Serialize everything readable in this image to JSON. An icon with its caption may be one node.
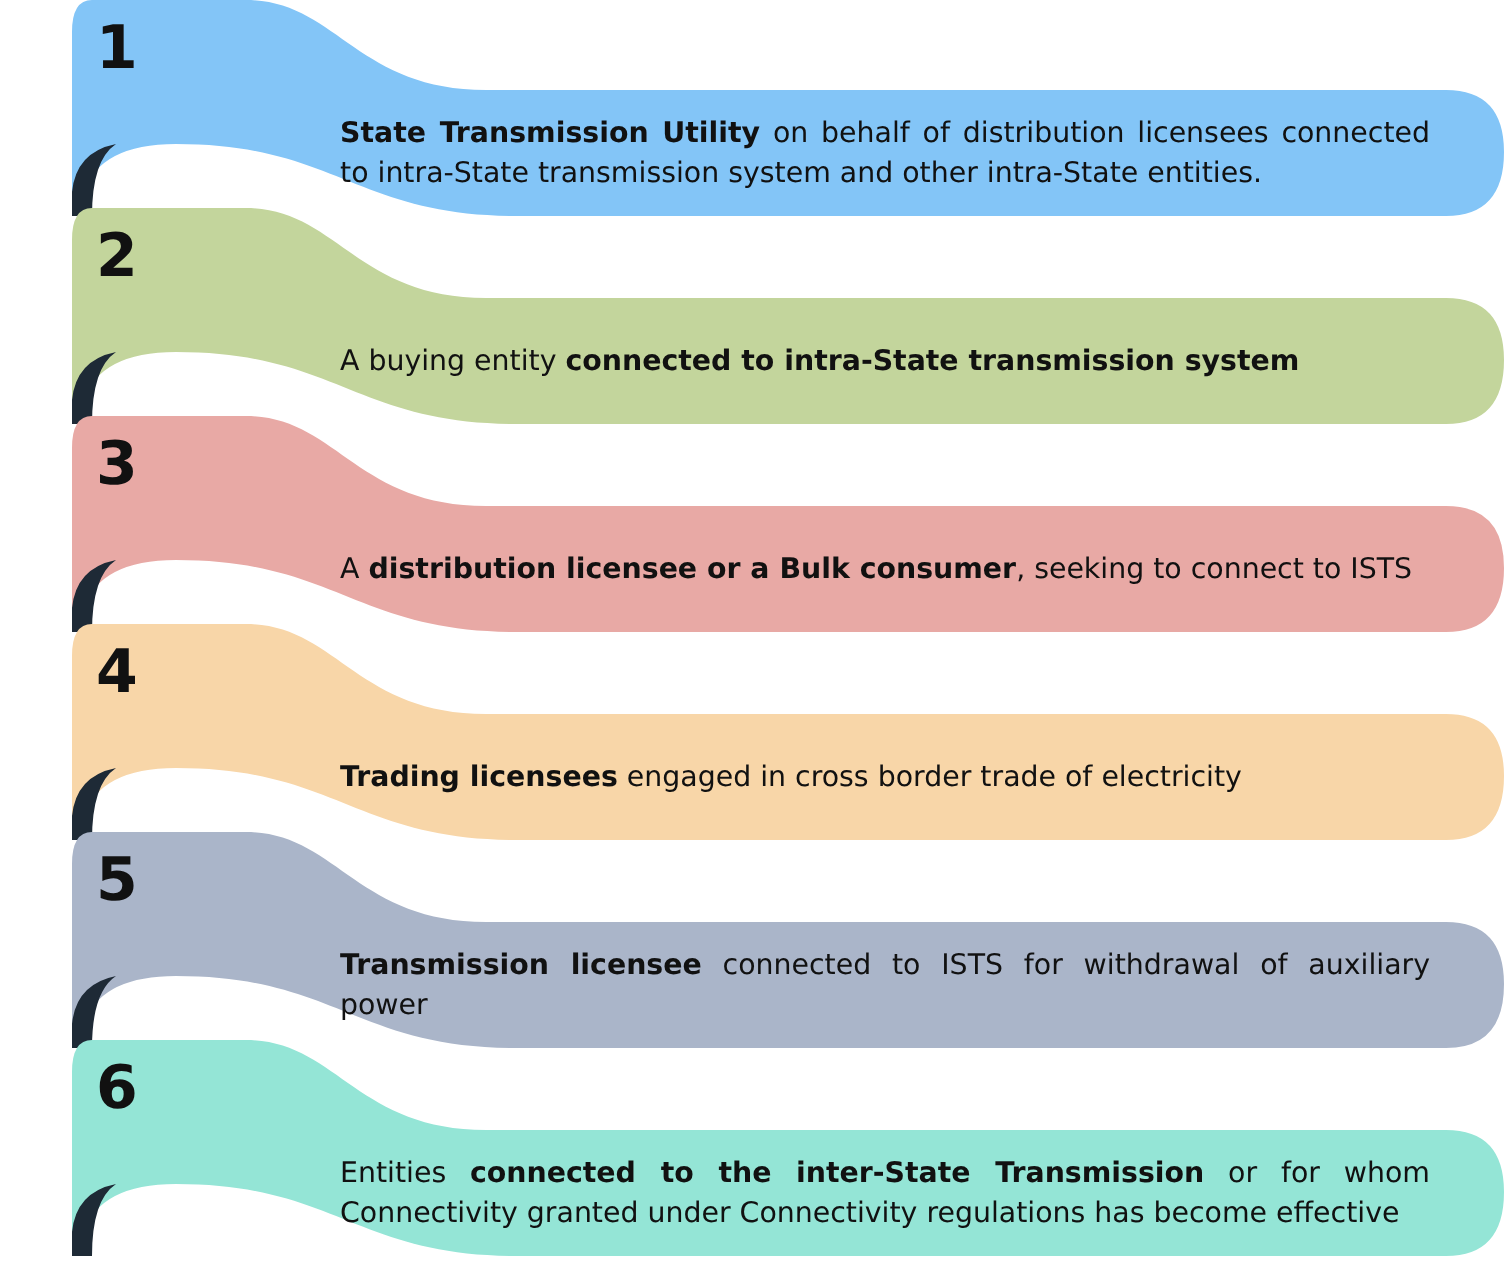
{
  "diagram": {
    "nodes": [
      {
        "text": [
          "1",
          "**State Transmission Utility** on behalf of distribution licensees connected to intra-State transmission system and other intra-State entities."
        ]
      },
      {
        "text": [
          "2",
          "A buying entity **connected to intra-State transmission system**"
        ]
      },
      {
        "text": [
          "3",
          "A **distribution licensee or a Bulk consumer**, seeking to connect to ISTS"
        ]
      },
      {
        "text": [
          "4",
          "**Trading licensees** engaged in cross border trade of electricity"
        ]
      },
      {
        "text": [
          "5",
          "**Transmission licensee** connected to ISTS for withdrawal of auxiliary power"
        ]
      },
      {
        "text": [
          "6",
          "Entities **connected to the inter-State Transmission** or for whom Connectivity granted under Connectivity regulations has become effective"
        ]
      }
    ]
  }
}
